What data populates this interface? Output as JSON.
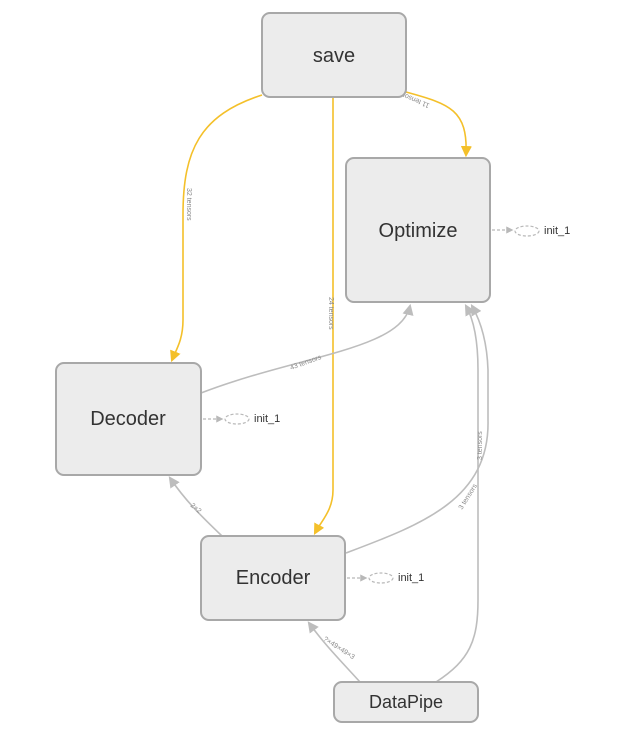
{
  "nodes": {
    "save": "save",
    "optimize": "Optimize",
    "decoder": "Decoder",
    "encoder": "Encoder",
    "datapipe": "DataPipe"
  },
  "aux_nodes": {
    "optimize_init": "init_1",
    "decoder_init": "init_1",
    "encoder_init": "init_1"
  },
  "edge_labels": {
    "save_to_optimize": "11 tensors",
    "save_to_decoder": "32 tensors",
    "save_to_encoder": "24 tensors",
    "decoder_to_optimize": "43 tensors",
    "encoder_to_decoder": "2×2",
    "encoder_to_optimize": "3 tensors",
    "datapipe_to_encoder": "?×49×49×3",
    "datapipe_to_optimize": "3 tensors"
  },
  "colors": {
    "control_edge": "#f4c02a",
    "data_edge": "#bdbdbd",
    "node_fill": "#ececec",
    "node_stroke": "#a8a8a8"
  }
}
